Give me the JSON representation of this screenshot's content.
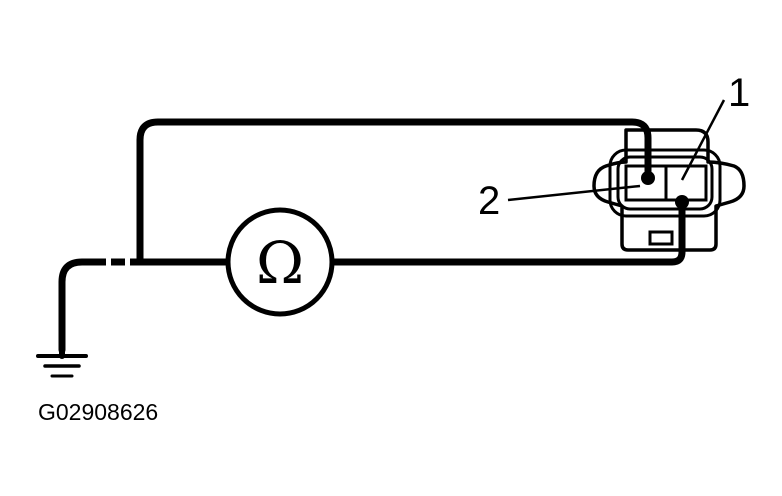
{
  "callouts": {
    "one": "1",
    "two": "2"
  },
  "meter_symbol": "Ω",
  "figure_code": "G02908626",
  "colors": {
    "ink": "#000000",
    "paper": "#ffffff"
  }
}
